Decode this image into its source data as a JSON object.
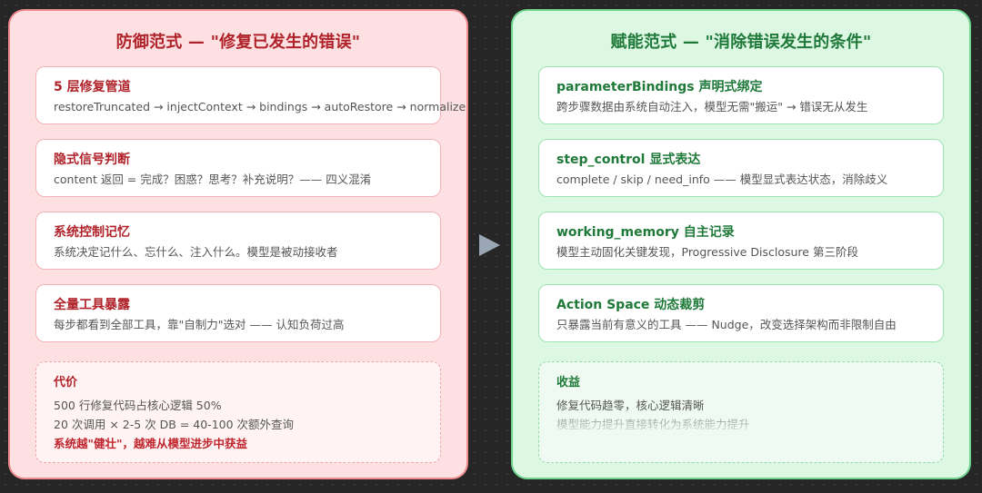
{
  "left_panel": {
    "title": "防御范式 — \"修复已发生的错误\"",
    "cards": [
      {
        "title": "5 层修复管道",
        "desc": "restoreTruncated → injectContext → bindings → autoRestore → normalize"
      },
      {
        "title": "隐式信号判断",
        "desc": "content 返回 = 完成？困惑？思考？补充说明？—— 四义混淆"
      },
      {
        "title": "系统控制记忆",
        "desc": "系统决定记什么、忘什么、注入什么。模型是被动接收者"
      },
      {
        "title": "全量工具暴露",
        "desc": "每步都看到全部工具，靠\"自制力\"选对 —— 认知负荷过高"
      }
    ],
    "summary": {
      "title": "代价",
      "lines": [
        "500 行修复代码占核心逻辑 50%",
        "20 次调用 × 2-5 次 DB = 40-100 次额外查询"
      ],
      "emphasis": "系统越\"健壮\"，越难从模型进步中获益"
    }
  },
  "right_panel": {
    "title": "赋能范式 — \"消除错误发生的条件\"",
    "cards": [
      {
        "title": "parameterBindings 声明式绑定",
        "desc": "跨步骤数据由系统自动注入，模型无需\"搬运\" → 错误无从发生"
      },
      {
        "title": "step_control 显式表达",
        "desc": "complete / skip / need_info —— 模型显式表达状态，消除歧义"
      },
      {
        "title": "working_memory 自主记录",
        "desc": "模型主动固化关键发现，Progressive Disclosure 第三阶段"
      },
      {
        "title": "Action Space 动态裁剪",
        "desc": "只暴露当前有意义的工具 —— Nudge，改变选择架构而非限制自由"
      }
    ],
    "summary": {
      "title": "收益",
      "lines": [
        "修复代码趋零，核心逻辑清晰",
        "模型能力提升直接转化为系统能力提升"
      ]
    }
  },
  "colors": {
    "left_accent": "#b0222a",
    "right_accent": "#1f7a3a",
    "left_bg": "#fde1e2",
    "right_bg": "#dcf7e2",
    "arrow": "#9aa6b4"
  },
  "icons": {
    "connector": "arrow-right-icon"
  }
}
